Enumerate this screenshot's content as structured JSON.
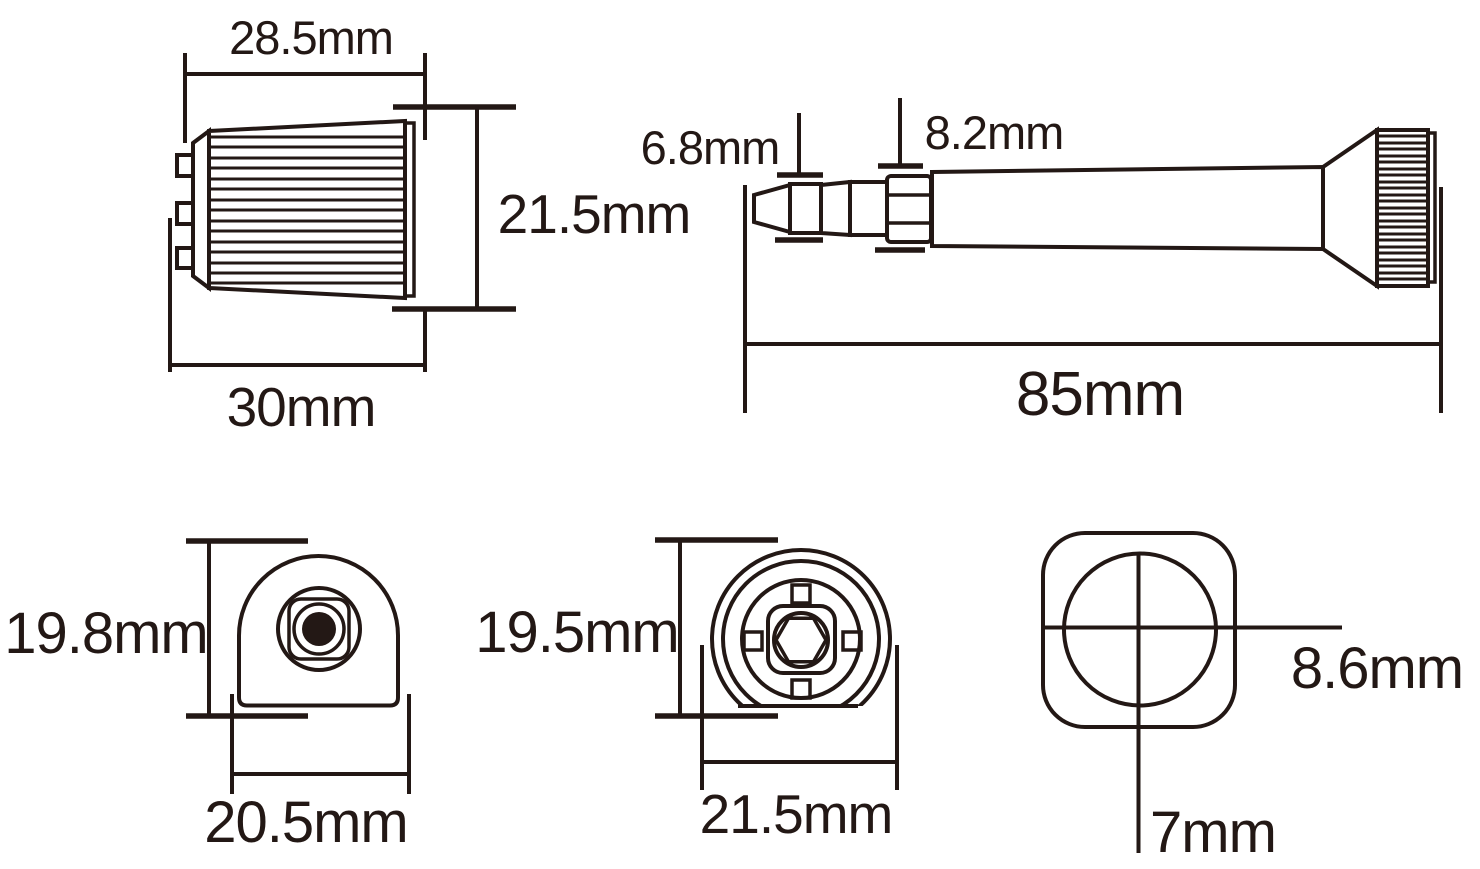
{
  "drawing": {
    "unit": "mm",
    "ink_color": "#231815",
    "background_color": "#ffffff",
    "views": {
      "knob_side": {
        "top_width": "28.5mm",
        "height": "21.5mm",
        "overall_width": "30mm"
      },
      "tool_side": {
        "tip_diameter": "6.8mm",
        "nut_diameter": "8.2mm",
        "overall_length": "85mm"
      },
      "mount_front": {
        "height": "19.8mm",
        "width": "20.5mm"
      },
      "cap_front": {
        "height": "19.5mm",
        "width": "21.5mm"
      },
      "tip_front": {
        "circle_diameter": "8.6mm",
        "width": "7mm"
      }
    }
  }
}
